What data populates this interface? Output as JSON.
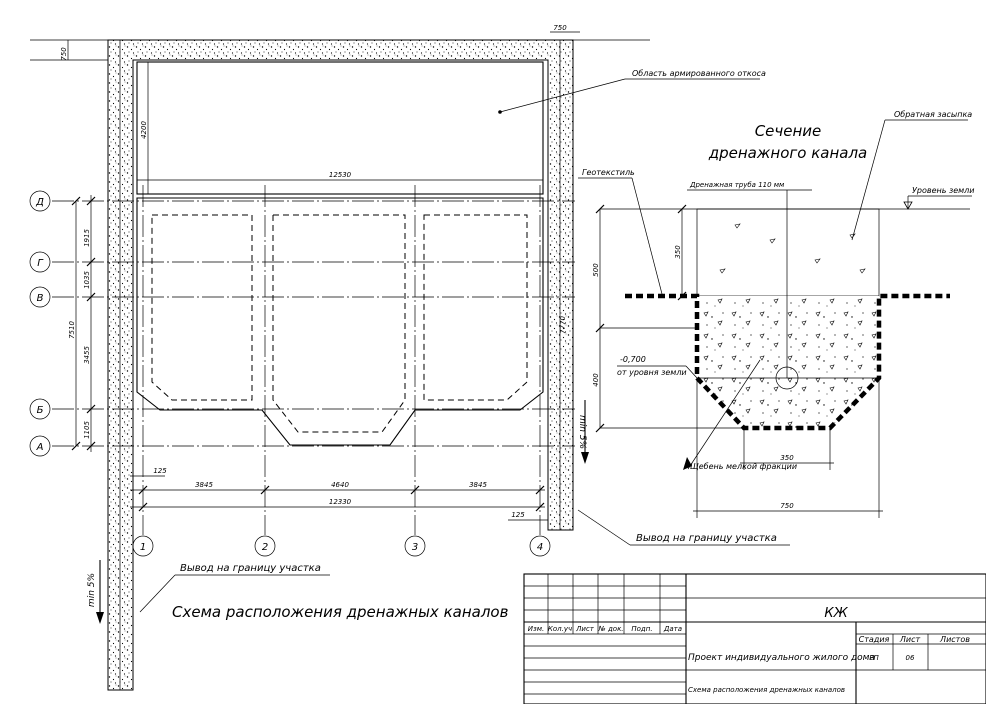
{
  "plan": {
    "title": "Схема расположения дренажных каналов",
    "callouts": {
      "reinforced_slope": "Область армированного откоса",
      "outlet_left": "Вывод на границу участка",
      "outlet_right": "Вывод на границу участка"
    },
    "slopes": {
      "left": "min 5%",
      "right": "min 5%"
    },
    "dims": {
      "top_750_left": "750",
      "top_750_right": "750",
      "slope_depth": "4200",
      "top_width": "12530",
      "d_g": "1915",
      "g_v": "1035",
      "v_b": "3455",
      "b_a": "1105",
      "total_height": "7510",
      "right_height": "7770",
      "bay_1_2": "3845",
      "bay_2_3": "4640",
      "bay_3_4": "3845",
      "total_width": "12330",
      "offset_left": "125",
      "offset_right": "125"
    },
    "axes_rows": [
      "Д",
      "Г",
      "В",
      "Б",
      "А"
    ],
    "axes_cols": [
      "1",
      "2",
      "3",
      "4"
    ]
  },
  "section": {
    "title_line1": "Сечение",
    "title_line2": "дренажного канала",
    "labels": {
      "geotextile": "Геотекстиль",
      "pipe": "Дренажная труба 110 мм",
      "backfill": "Обратная засыпка",
      "ground_level": "Уровень земли",
      "depth_value": "-0,700",
      "depth_note": "от уровня земли",
      "gravel": "Щебень мелкой фракции"
    },
    "dims": {
      "d500": "500",
      "d350v": "350",
      "d400": "400",
      "d350h": "350",
      "d750": "750"
    }
  },
  "title_block": {
    "code": "КЖ",
    "headers": [
      "Изм.",
      "Кол.уч",
      "Лист",
      "№ док.",
      "Подп.",
      "Дата"
    ],
    "project": "Проект индивидуального жилого дома",
    "sheet_title": "Схема расположения дренажных каналов",
    "stage_label": "Стадия",
    "sheet_label": "Лист",
    "sheets_label": "Листов",
    "stage": "РП",
    "sheet": "06",
    "sheets": ""
  }
}
